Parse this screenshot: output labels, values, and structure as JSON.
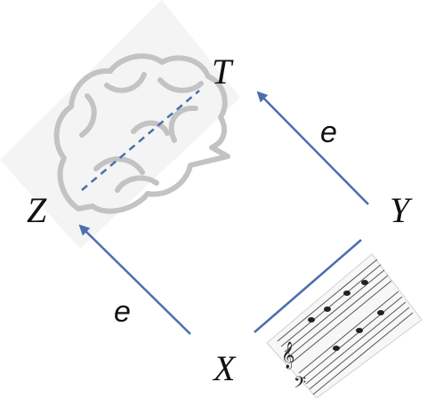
{
  "nodes": {
    "T": "T",
    "Z": "Z",
    "Y": "Y",
    "X": "X"
  },
  "edge_labels": {
    "y_to_t": "e",
    "x_to_z": "e"
  },
  "icons": {
    "brain": "brain-icon",
    "sheet_music": "sheet-music-icon"
  },
  "colors": {
    "arrow": "#4a6fad",
    "brain": "#c0c0c0",
    "text": "#111111"
  }
}
